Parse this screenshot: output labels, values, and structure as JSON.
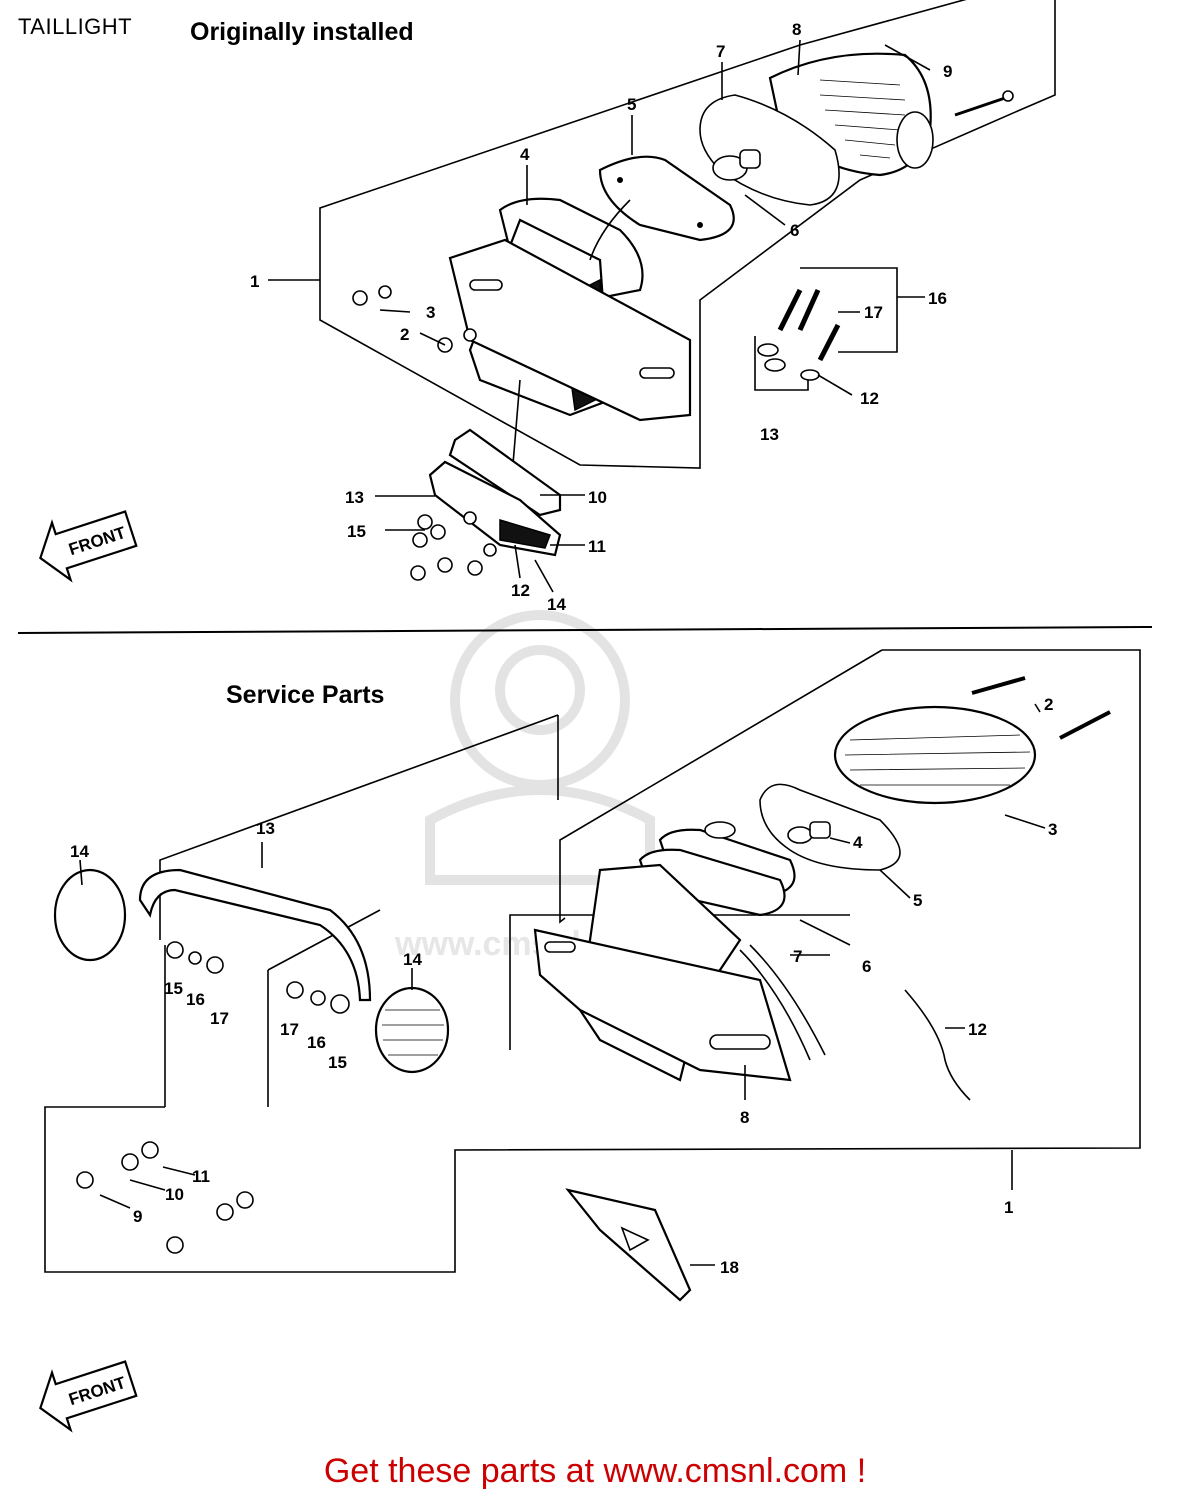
{
  "page": {
    "title": "TAILLIGHT",
    "sections": {
      "original": "Originally installed",
      "service": "Service Parts"
    },
    "front_label": "FRONT",
    "footer": "Get these parts at www.cmsnl.com !"
  },
  "callouts_original": [
    "1",
    "2",
    "3",
    "4",
    "5",
    "6",
    "7",
    "8",
    "9",
    "10",
    "11",
    "12",
    "13",
    "14",
    "15",
    "16",
    "17",
    "12",
    "13"
  ],
  "callouts_service": [
    "1",
    "2",
    "3",
    "4",
    "5",
    "6",
    "7",
    "8",
    "9",
    "10",
    "11",
    "12",
    "13",
    "14",
    "14",
    "15",
    "15",
    "16",
    "16",
    "17",
    "17",
    "18"
  ],
  "watermark_text": "www.cmsnl.com"
}
